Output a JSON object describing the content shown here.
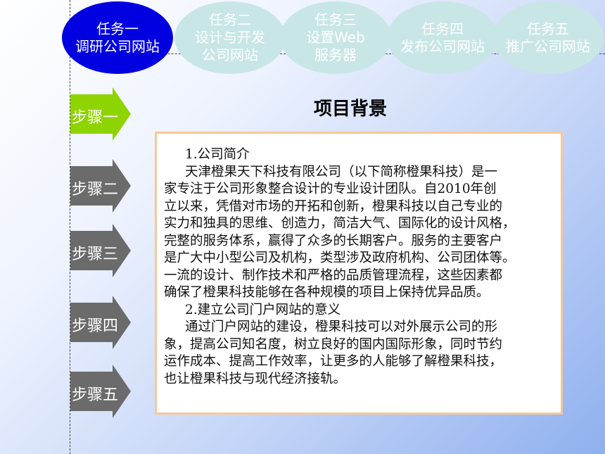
{
  "tasks": [
    {
      "line1": "任务一",
      "line2": "调研公司网站",
      "line3": "",
      "active": true
    },
    {
      "line1": "任务二",
      "line2": "设计与开发",
      "line3": "公司网站",
      "active": false
    },
    {
      "line1": "任务三",
      "line2": "设置Web",
      "line3": "服务器",
      "active": false
    },
    {
      "line1": "任务四",
      "line2": "发布公司网站",
      "line3": "",
      "active": false
    },
    {
      "line1": "任务五",
      "line2": "推广公司网站",
      "line3": "",
      "active": false
    }
  ],
  "steps": [
    {
      "label": "步骤一",
      "color": "#8ed400",
      "active": true
    },
    {
      "label": "步骤二",
      "color": "#6b6b6b",
      "active": false
    },
    {
      "label": "步骤三",
      "color": "#6b6b6b",
      "active": false
    },
    {
      "label": "步骤四",
      "color": "#6b6b6b",
      "active": false
    },
    {
      "label": "步骤五",
      "color": "#6b6b6b",
      "active": false
    }
  ],
  "section_title": "项目背景",
  "content": {
    "h1": "1.公司简介",
    "p1_lines": [
      "天津橙果天下科技有限公司（以下简称橙果科技）是一",
      "家专注于公司形象整合设计的专业设计团队。自2010年创",
      "立以来，凭借对市场的开拓和创新，橙果科技以自己专业的",
      "实力和独具的思维、创造力，简洁大气、国际化的设计风格，",
      "完整的服务体系，赢得了众多的长期客户。服务的主要客户",
      "是广大中小型公司及机构，类型涉及政府机构、公司团体等。",
      "一流的设计、制作技术和严格的品质管理流程，这些因素都",
      "确保了橙果科技能够在各种规模的项目上保持优异品质。"
    ],
    "h2": "2.建立公司门户网站的意义",
    "p2_lines": [
      "通过门户网站的建设，橙果科技可以对外展示公司的形",
      "象，提高公司知名度，树立良好的国内国际形象，同时节约",
      "运作成本、提高工作效率，让更多的人能够了解橙果科技，",
      "也让橙果科技与现代经济接轨。"
    ]
  },
  "colors": {
    "task_active": "#0000e0",
    "task_inactive": "#c8e6e6",
    "step_active": "#8ed400",
    "step_inactive": "#6b6b6b",
    "panel_border": "#f7c898"
  }
}
